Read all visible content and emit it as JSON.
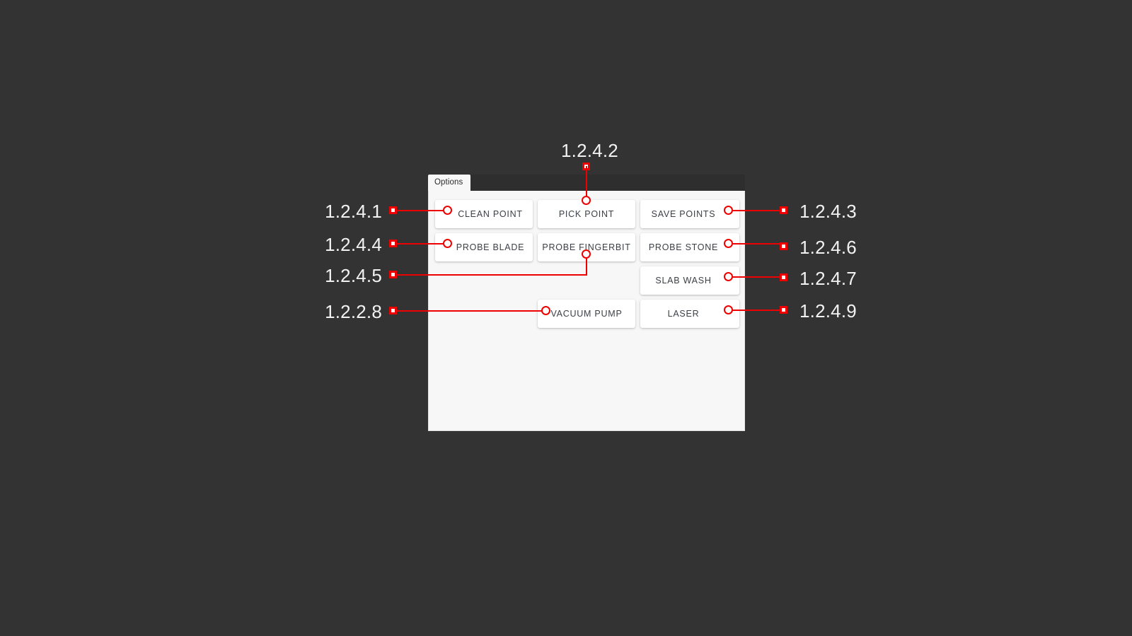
{
  "background_color": "#333333",
  "accent_color": "#ee0000",
  "panel": {
    "tab_label": "Options",
    "background_color": "#f7f7f7",
    "buttons": [
      {
        "id": "clean-point",
        "label": "CLEAN POINT"
      },
      {
        "id": "pick-point",
        "label": "PICK POINT"
      },
      {
        "id": "save-points",
        "label": "SAVE POINTS"
      },
      {
        "id": "probe-blade",
        "label": "PROBE BLADE"
      },
      {
        "id": "probe-fingerbit",
        "label": "PROBE FINGERBIT"
      },
      {
        "id": "probe-stone",
        "label": "PROBE STONE"
      },
      {
        "id": "slab-wash",
        "label": "SLAB WASH"
      },
      {
        "id": "laser",
        "label": "LASER"
      },
      {
        "id": "vacuum-pump",
        "label": "VACUUM PUMP"
      }
    ]
  },
  "annotations": [
    {
      "id": "a1",
      "label": "1.2.4.1",
      "side": "left",
      "target": "clean-point"
    },
    {
      "id": "a2",
      "label": "1.2.4.2",
      "side": "top",
      "target": "pick-point"
    },
    {
      "id": "a3",
      "label": "1.2.4.3",
      "side": "right",
      "target": "save-points"
    },
    {
      "id": "a4",
      "label": "1.2.4.4",
      "side": "left",
      "target": "probe-blade"
    },
    {
      "id": "a5",
      "label": "1.2.4.5",
      "side": "left",
      "target": "probe-fingerbit"
    },
    {
      "id": "a6",
      "label": "1.2.4.6",
      "side": "right",
      "target": "probe-stone"
    },
    {
      "id": "a7",
      "label": "1.2.4.7",
      "side": "right",
      "target": "slab-wash"
    },
    {
      "id": "a8",
      "label": "1.2.2.8",
      "side": "left",
      "target": "vacuum-pump"
    },
    {
      "id": "a9",
      "label": "1.2.4.9",
      "side": "right",
      "target": "laser"
    }
  ]
}
